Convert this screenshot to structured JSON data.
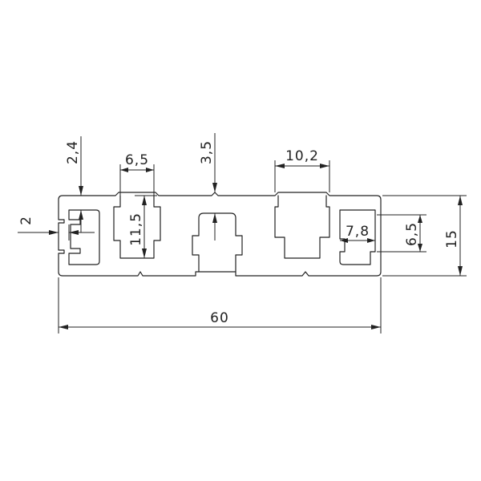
{
  "dimensions": {
    "top_wall": "2,4",
    "slot_opening_left": "6,5",
    "slot_depth_center": "3,5",
    "slot_opening_right": "10,2",
    "side_wall": "2",
    "slot_height_left": "11,5",
    "end_slot_width": "7,8",
    "end_slot_height": "6,5",
    "overall_height": "15",
    "overall_width": "60"
  },
  "colors": {
    "line": "#222222",
    "background": "#ffffff"
  }
}
